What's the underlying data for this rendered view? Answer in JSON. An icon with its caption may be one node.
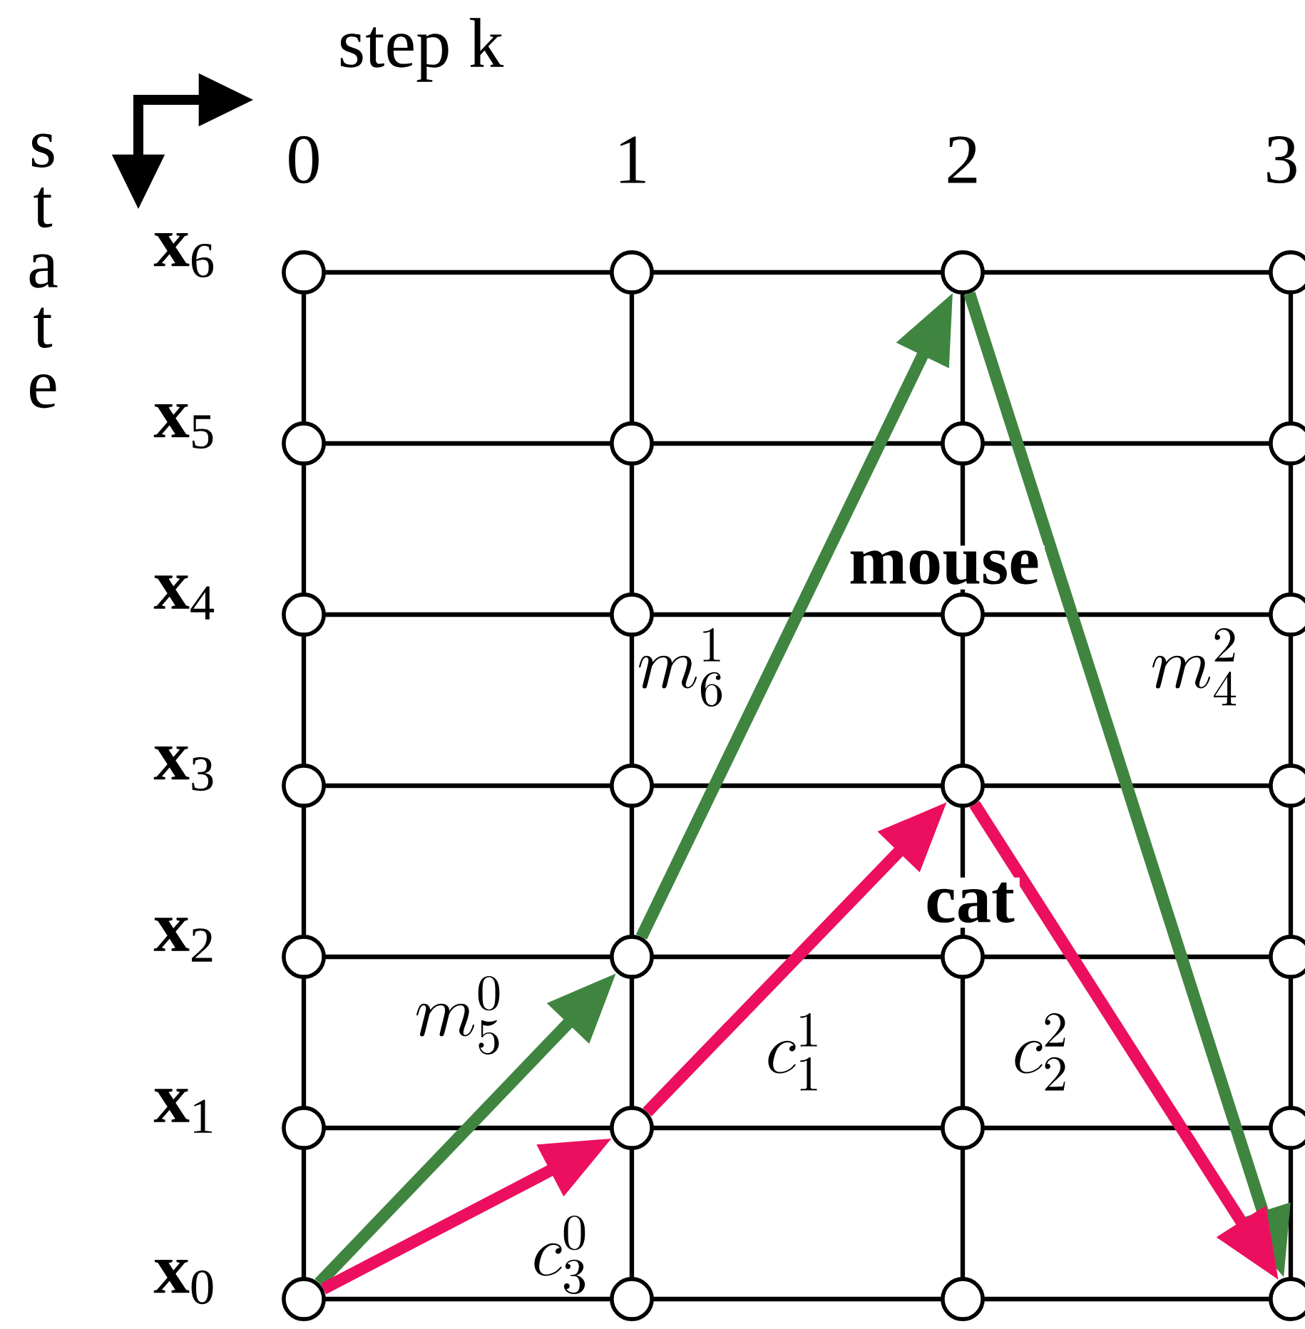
{
  "diagram": {
    "nodes": [
      {
        "text": [],
        "shape": "circle"
      },
      {
        "text": [],
        "shape": "circle"
      },
      {
        "text": [],
        "shape": "circle"
      },
      {
        "text": [],
        "shape": "circle"
      },
      {
        "text": [],
        "shape": "circle"
      },
      {
        "text": [],
        "shape": "circle"
      },
      {
        "text": [],
        "shape": "circle"
      },
      {
        "text": [],
        "shape": "circle"
      },
      {
        "text": [],
        "shape": "circle"
      },
      {
        "text": [],
        "shape": "circle"
      },
      {
        "text": [],
        "shape": "circle"
      },
      {
        "text": [],
        "shape": "circle"
      },
      {
        "text": [],
        "shape": "circle"
      },
      {
        "text": [],
        "shape": "circle"
      },
      {
        "text": [],
        "shape": "circle"
      },
      {
        "text": [],
        "shape": "circle"
      },
      {
        "text": [],
        "shape": "circle"
      },
      {
        "text": [],
        "shape": "circle"
      },
      {
        "text": [],
        "shape": "circle"
      },
      {
        "text": [],
        "shape": "circle"
      },
      {
        "text": [],
        "shape": "circle"
      },
      {
        "text": [],
        "shape": "circle"
      },
      {
        "text": [],
        "shape": "circle"
      },
      {
        "text": [],
        "shape": "circle"
      },
      {
        "text": [],
        "shape": "circle"
      },
      {
        "text": [],
        "shape": "circle"
      },
      {
        "text": [],
        "shape": "circle"
      },
      {
        "text": [],
        "shape": "circle"
      }
    ],
    "edges": [
      {
        "from": 24,
        "to": 17,
        "arrow": "to",
        "label": "m_5^0",
        "color": "#3f8540"
      },
      {
        "from": 17,
        "to": 2,
        "arrow": "to",
        "label": "m_6^1",
        "color": "#3f8540"
      },
      {
        "from": 2,
        "to": 27,
        "arrow": "to",
        "label": "m_4^2",
        "color": "#3f8540"
      },
      {
        "from": 24,
        "to": 21,
        "arrow": "to",
        "label": "c_3^0",
        "color": "#ec0f5f"
      },
      {
        "from": 21,
        "to": 14,
        "arrow": "to",
        "label": "c_1^1",
        "color": "#ec0f5f"
      },
      {
        "from": 14,
        "to": 27,
        "arrow": "to",
        "label": "c_2^2",
        "color": "#ec0f5f"
      }
    ],
    "labels": [
      "step k",
      "state",
      "0",
      "1",
      "2",
      "3",
      "**x**$_{6}$",
      "**x**$_{5}$",
      "**x**$_{4}$",
      "**x**$_{3}$",
      "**x**$_{2}$",
      "**x**$_{1}$",
      "**x**$_{0}$",
      "mouse",
      "cat"
    ]
  }
}
